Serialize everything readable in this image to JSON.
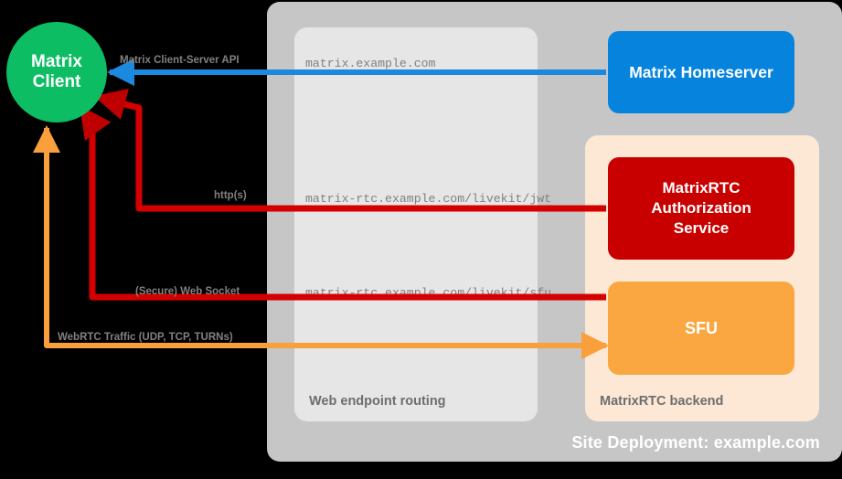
{
  "diagram": {
    "title": "Site Deployment: example.com",
    "containers": {
      "site_deployment": {
        "label": "Site Deployment: example.com",
        "color": "#c6c6c6"
      },
      "web_endpoint_routing": {
        "label": "Web endpoint routing",
        "color": "#e6e6e6"
      },
      "matrixrtc_backend": {
        "label": "MatrixRTC backend",
        "color": "#fce8d4"
      }
    },
    "nodes": {
      "matrix_client": {
        "line1": "Matrix",
        "line2": "Client",
        "color": "#0dbd63",
        "shape": "circle"
      },
      "matrix_homeserver": {
        "label": "Matrix Homeserver",
        "color": "#0684dd",
        "shape": "rounded-rect"
      },
      "matrixrtc_auth": {
        "line1": "MatrixRTC",
        "line2": "Authorization",
        "line3": "Service",
        "color": "#c90000",
        "shape": "rounded-rect"
      },
      "sfu": {
        "label": "SFU",
        "color": "#faa741",
        "shape": "rounded-rect"
      }
    },
    "endpoints": [
      {
        "name": "matrix-endpoint",
        "url": "matrix.example.com"
      },
      {
        "name": "livekit-jwt-endpoint",
        "url": "matrix-rtc.example.com/livekit/jwt"
      },
      {
        "name": "livekit-sfu-endpoint",
        "url": "matrix-rtc.example.com/livekit/sfu"
      }
    ],
    "flows": [
      {
        "name": "client-server-api",
        "label": "Matrix Client-Server API",
        "color": "#1b8ade",
        "direction": "to-client"
      },
      {
        "name": "https-auth",
        "label": "http(s)",
        "color": "#d40000",
        "direction": "to-client"
      },
      {
        "name": "secure-websocket",
        "label": "(Secure) Web Socket",
        "color": "#d40000",
        "direction": "to-client"
      },
      {
        "name": "webrtc-traffic",
        "label": "WebRTC Traffic (UDP, TCP, TURNs)",
        "color": "#f9a03c",
        "direction": "to-client"
      }
    ]
  }
}
